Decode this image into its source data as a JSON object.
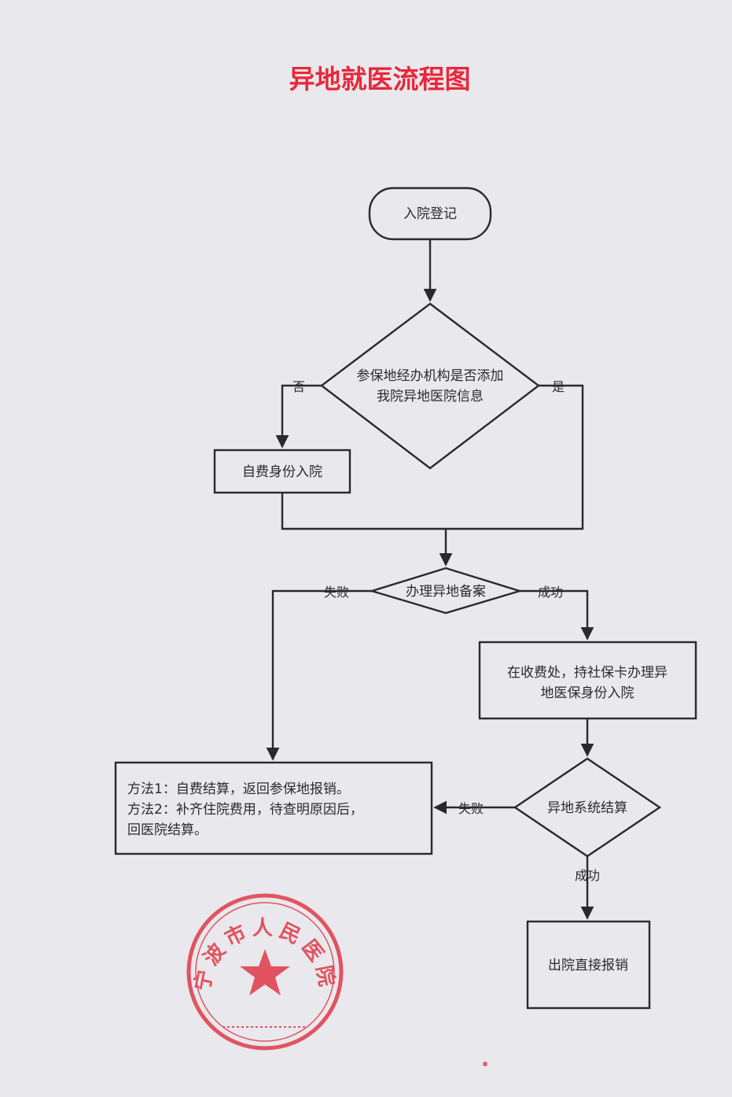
{
  "title": "异地就医流程图",
  "nodes": {
    "admission": {
      "label": "入院登记"
    },
    "decision_hospital_added": {
      "lines": [
        "参保地经办机构是否添加",
        "我院异地医院信息"
      ]
    },
    "self_pay_admission": {
      "label": "自费身份入院"
    },
    "decision_filing": {
      "label": "办理异地备案"
    },
    "insurance_admission": {
      "lines": [
        "在收费处，持社保卡办理异",
        "地医保身份入院"
      ]
    },
    "fallback_methods": {
      "lines": [
        "方法1：自费结算，返回参保地报销。",
        "方法2：补齐住院费用，待查明原因后，",
        "回医院结算。"
      ]
    },
    "decision_settlement": {
      "label": "异地系统结算"
    },
    "discharge": {
      "label": "出院直接报销"
    }
  },
  "edge_labels": {
    "no": "否",
    "yes": "是",
    "filing_fail": "失败",
    "filing_success": "成功",
    "settlement_fail": "失败",
    "settlement_success": "成功"
  },
  "stamp": {
    "text": "宁波市人民医院",
    "color": "#e03a48"
  },
  "colors": {
    "title": "#e8283a",
    "ink": "#2a2a2a",
    "paper": "#e9e8ec"
  }
}
